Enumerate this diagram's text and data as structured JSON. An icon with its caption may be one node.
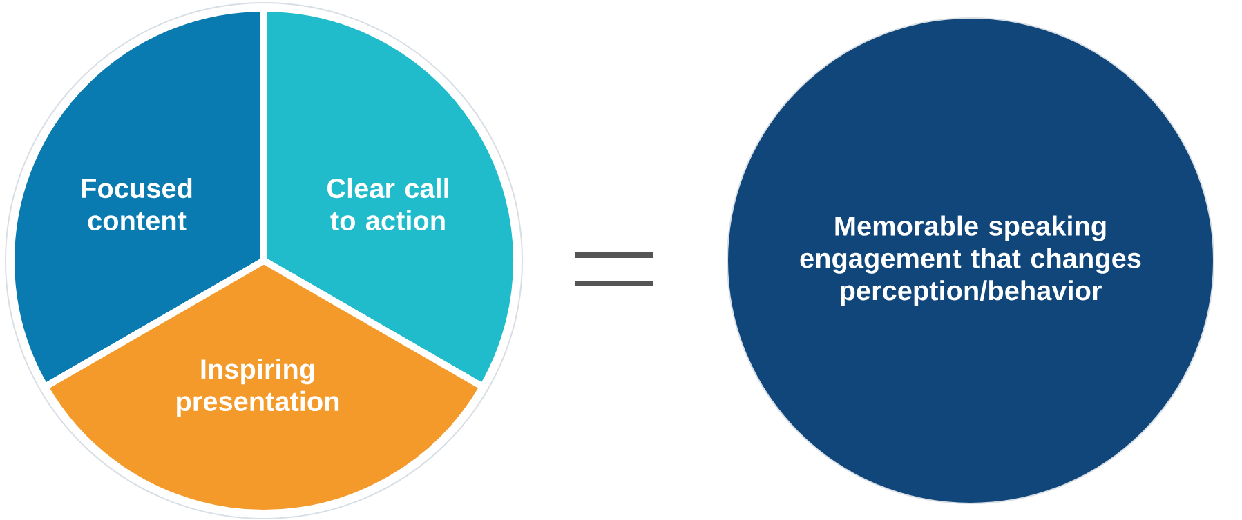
{
  "diagram": {
    "nodes": [
      {
        "text": [
          "Focused content"
        ]
      },
      {
        "text": [
          "Clear call to action"
        ]
      },
      {
        "text": [
          "Inspiring presentation"
        ]
      },
      {
        "text": [
          "Memorable speaking engagement that changes perception/behavior"
        ]
      }
    ]
  }
}
